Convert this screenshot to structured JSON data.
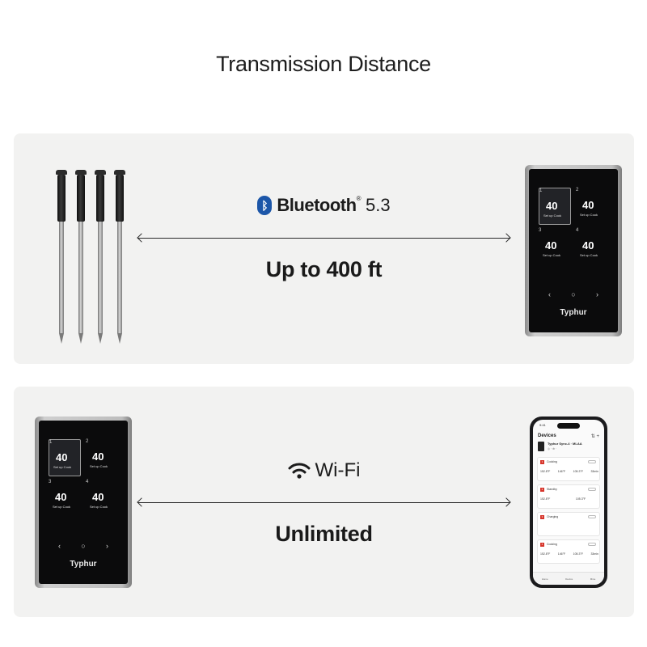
{
  "page": {
    "title": "Transmission Distance"
  },
  "bluetooth_section": {
    "connection_name": "Bluetooth",
    "connection_version": "5.3",
    "trademark": "®",
    "range": "Up to 400 ft"
  },
  "wifi_section": {
    "connection_name": "Wi-Fi",
    "range": "Unlimited"
  },
  "base_station": {
    "brand": "Typhur",
    "probes": [
      {
        "number": "1",
        "temp": "40",
        "action": "Set up Cook"
      },
      {
        "number": "2",
        "temp": "40",
        "action": "Set up Cook"
      },
      {
        "number": "3",
        "temp": "40",
        "action": "Set up Cook"
      },
      {
        "number": "4",
        "temp": "40",
        "action": "Set up Cook"
      }
    ],
    "nav": [
      "‹",
      "○",
      "›"
    ]
  },
  "phone_app": {
    "time": "9:41",
    "title": "Devices",
    "device_name": "Typhur Sync-4 · MLAA",
    "cards": [
      {
        "status": "Cooking",
        "values": [
          "152.8°F",
          "146°F",
          "105.3°F",
          "33min"
        ]
      },
      {
        "status": "Standby",
        "values": [
          "152.8°F",
          "",
          "105.3°F",
          ""
        ]
      },
      {
        "status": "Charging",
        "values": [
          "",
          "",
          "",
          ""
        ]
      },
      {
        "status": "Cooking",
        "values": [
          "152.8°F",
          "146°F",
          "105.3°F",
          "33min"
        ]
      }
    ],
    "tabs": [
      "Home",
      "Device",
      "Mine"
    ]
  },
  "colors": {
    "panel": "#f2f2f1",
    "bluetooth_blue": "#1c56a8",
    "tag_red": "#d6342a"
  }
}
